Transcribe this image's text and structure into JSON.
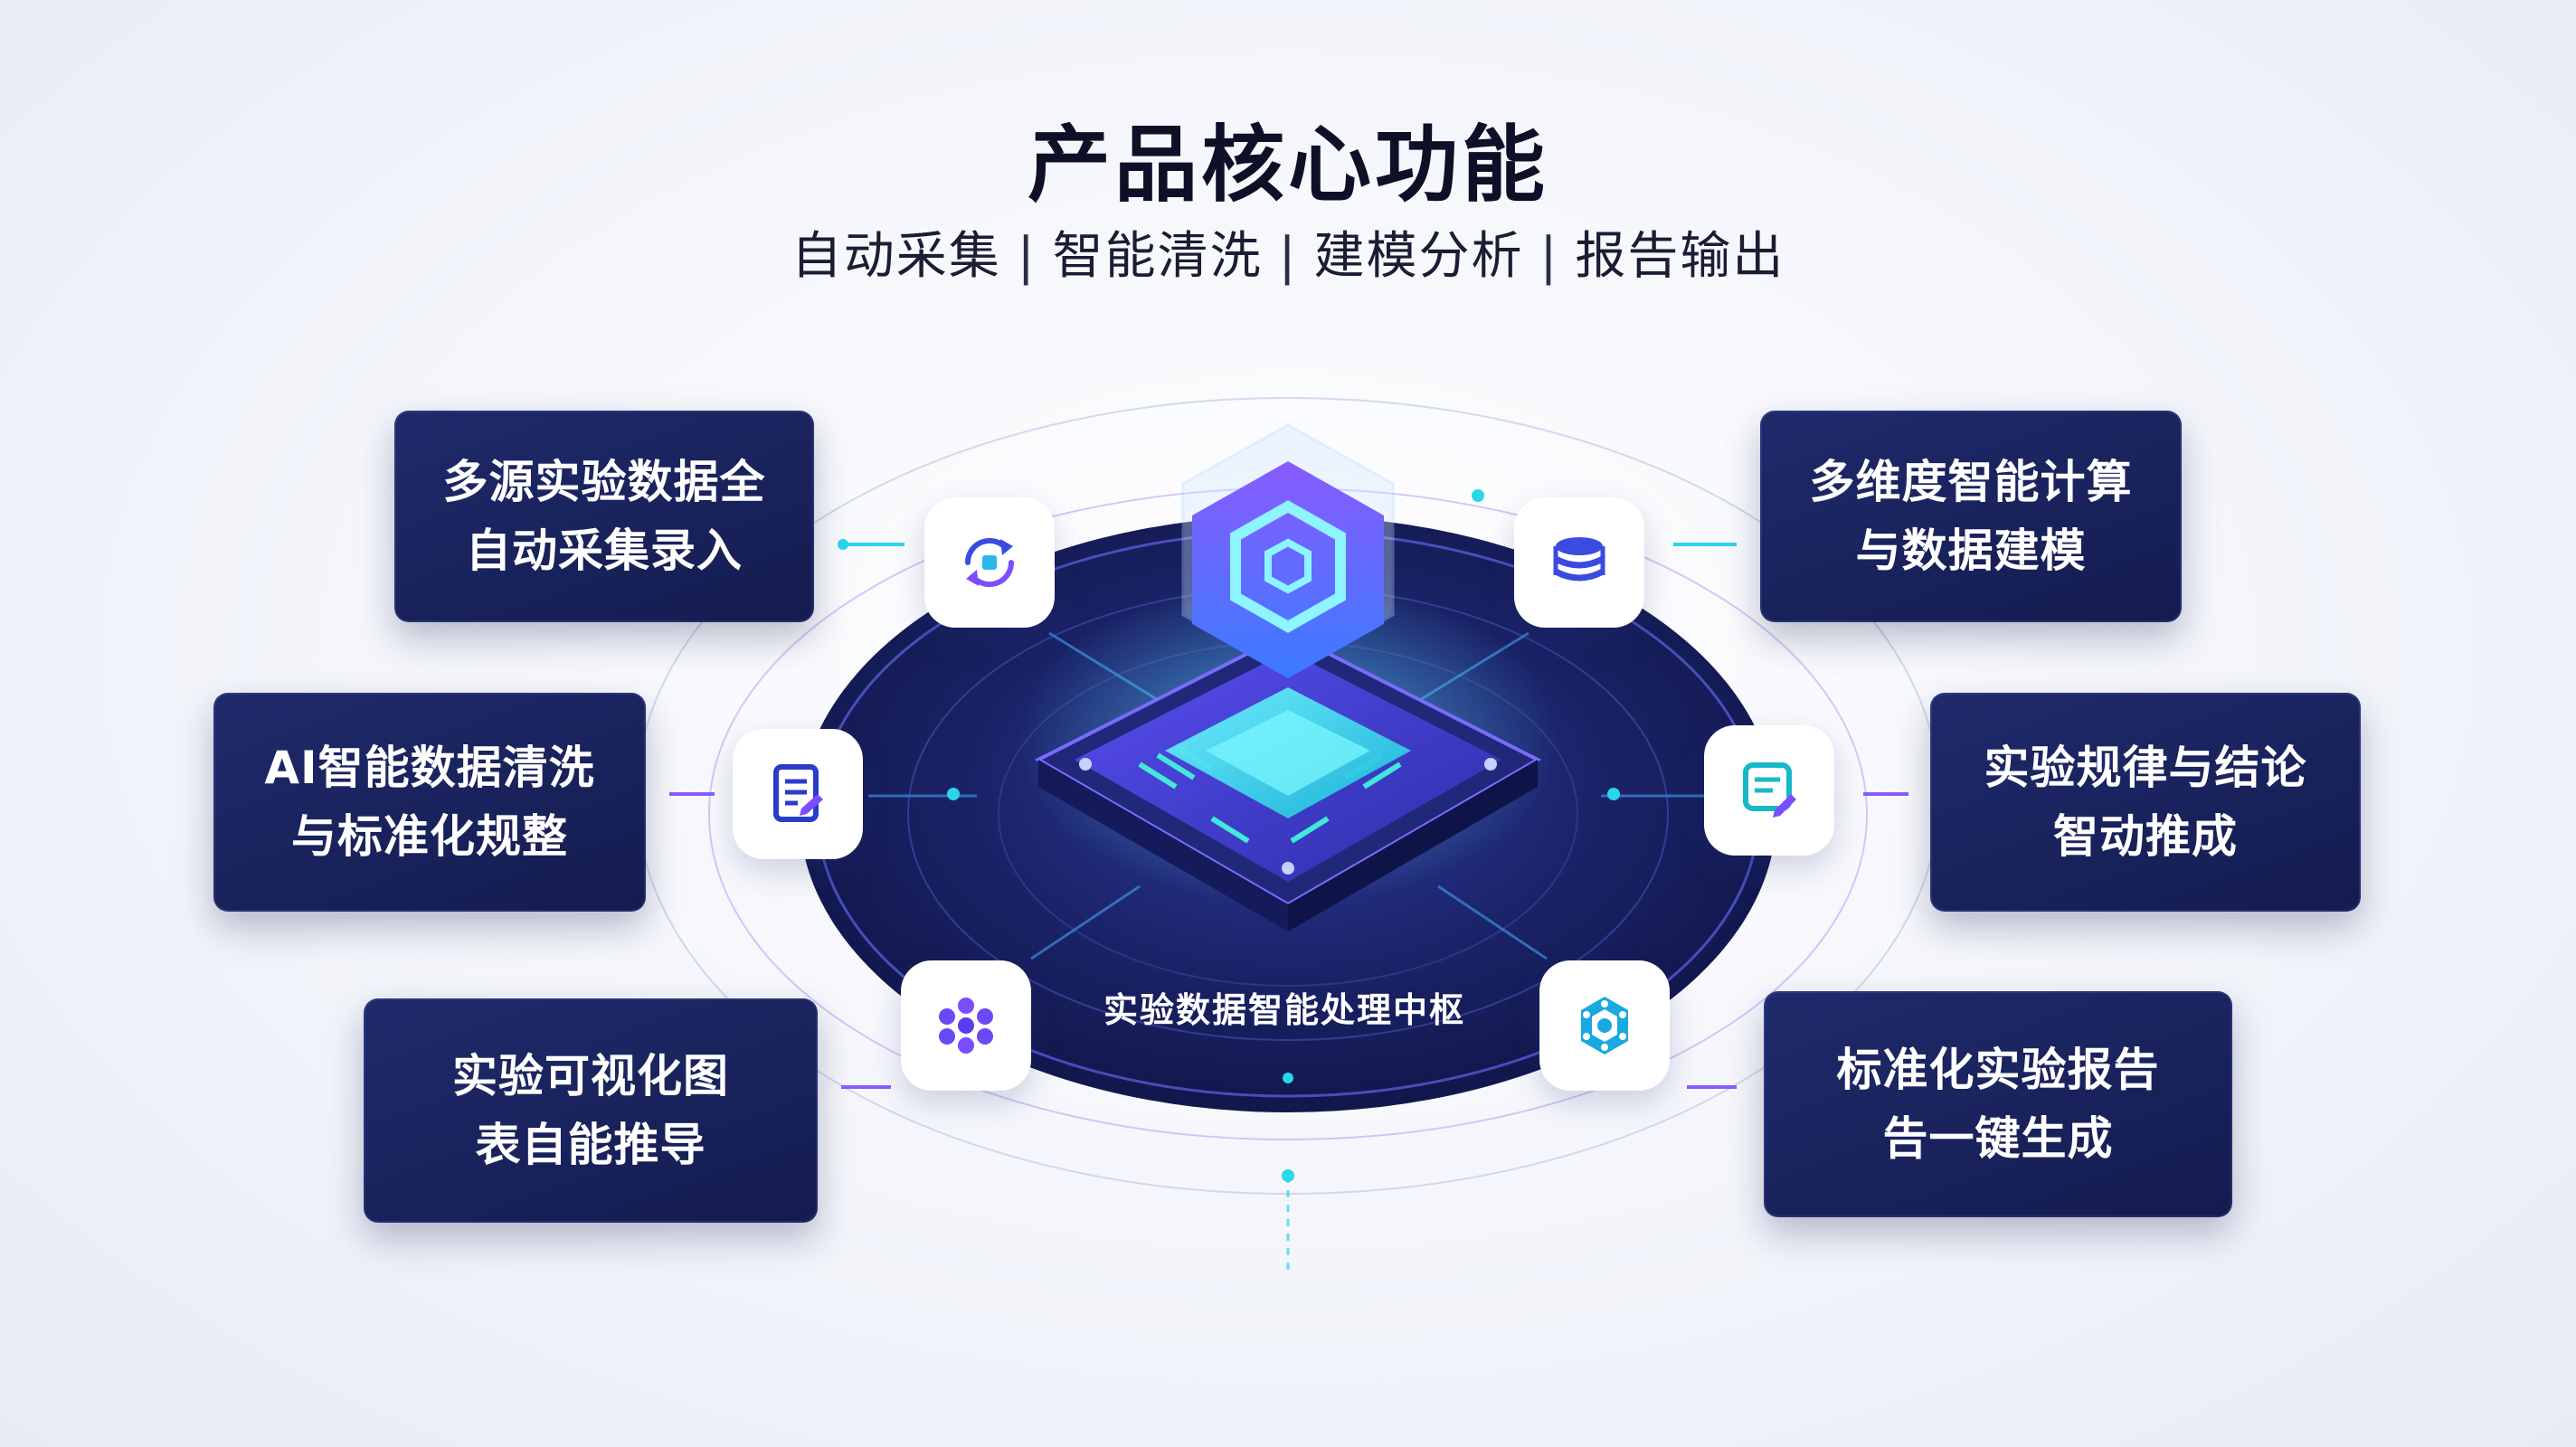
{
  "title": "产品核心功能",
  "subtitle": {
    "parts": [
      "自动采集",
      "智能清洗",
      "建模分析",
      "报告输出"
    ],
    "separator": "|"
  },
  "hub": {
    "label": "实验数据智能处理中枢"
  },
  "features": [
    {
      "line1": "多源实验数据全",
      "line2": "自动采集录入",
      "icon": "sync-data-icon"
    },
    {
      "line1": "AI智能数据清洗",
      "line2": "与标准化规整",
      "icon": "document-icon"
    },
    {
      "line1": "实验可视化图",
      "line2": "表自能推导",
      "icon": "flower-nodes-icon"
    },
    {
      "line1": "多维度智能计算",
      "line2": "与数据建模",
      "icon": "layers-stack-icon"
    },
    {
      "line1": "实验规律与结论",
      "line2": "智动推成",
      "icon": "edit-report-icon"
    },
    {
      "line1": "标准化实验报告",
      "line2": "告一键生成",
      "icon": "hexagon-network-icon"
    }
  ],
  "colors": {
    "card": "#1a2360",
    "accent_cyan": "#2ad6e8",
    "accent_purple": "#7b4dff",
    "platform": "#151c57"
  }
}
